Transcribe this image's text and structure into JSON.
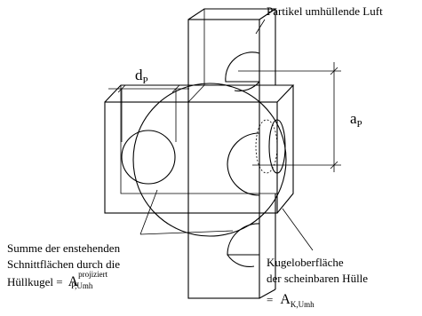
{
  "figure": {
    "labels": {
      "air": "Partikel umhüllende Luft",
      "dp_main": "d",
      "dp_sub": "P",
      "ap_main": "a",
      "ap_sub": "P",
      "sum_line1": "Summe der enstehenden",
      "sum_line2": "Schnittflächen durch die",
      "sum_line3_prefix": "Hüllkugel =",
      "sum_A": "A",
      "sum_sup": "projiziert",
      "sum_sub": "P,Umh",
      "kugel_line1": "Kugeloberfläche",
      "kugel_line2": "der scheinbaren Hülle",
      "kugel_eq": "=",
      "kugel_A": "A",
      "kugel_sub": "K,Umh"
    }
  }
}
